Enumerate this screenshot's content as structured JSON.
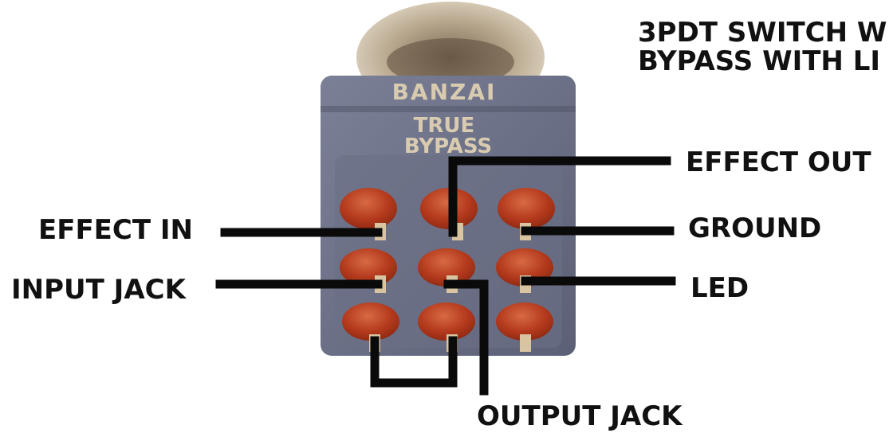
{
  "title_line1": "3PDT SWITCH W",
  "title_line2": "BYPASS WITH LI",
  "switch": {
    "brand": "BANZAI",
    "model_line1": "TRUE",
    "model_line2": "BYPASS"
  },
  "labels": {
    "effect_out": "EFFECT OUT",
    "effect_in": "EFFECT IN",
    "ground": "GROUND",
    "input_jack": "INPUT JACK",
    "led": "LED",
    "output_jack": "OUTPUT JACK"
  },
  "colors": {
    "wire": "#0a0a0a",
    "switch_body": "#6c7187",
    "lug": "#b23a1c",
    "text": "#111111",
    "switch_text": "#d9cbb0"
  }
}
